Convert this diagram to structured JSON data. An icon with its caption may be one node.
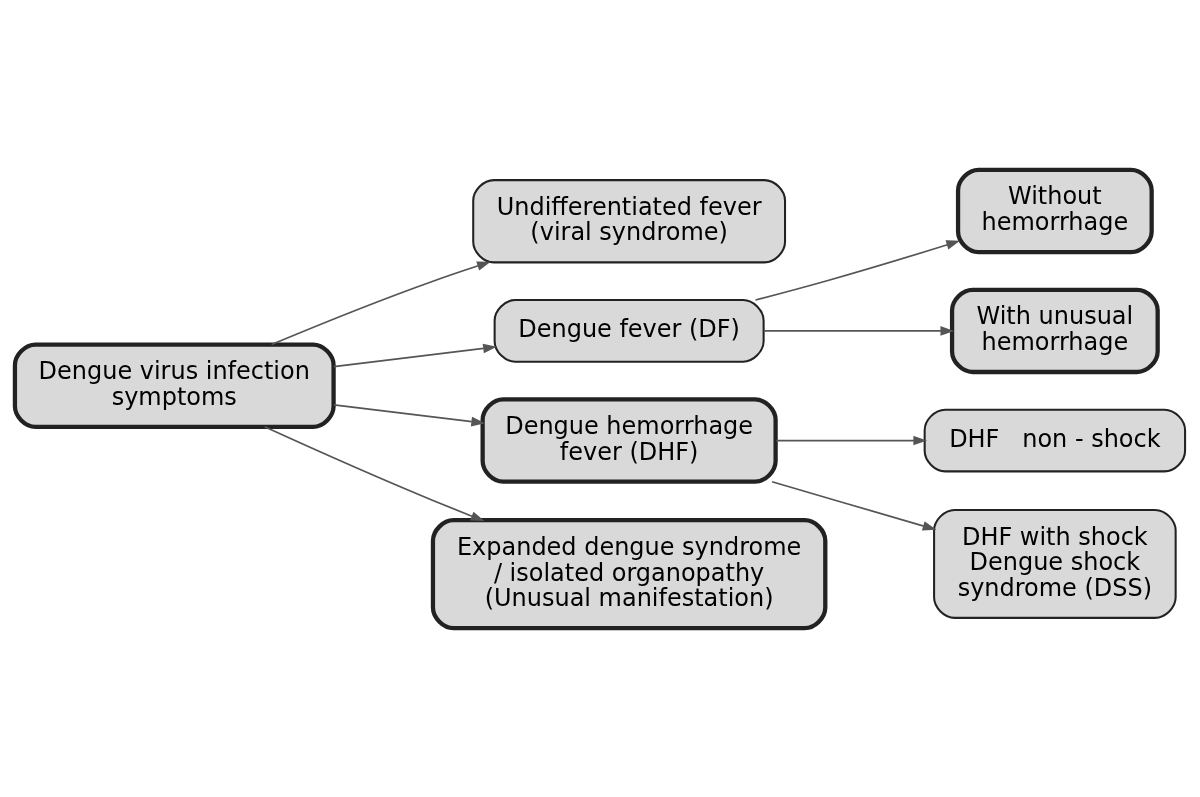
{
  "diagram": {
    "nodes": [
      {
        "text": [
          "Dengue virus infection symptoms"
        ]
      },
      {
        "text": [
          "Undifferentiated fever (viral syndrome)"
        ]
      },
      {
        "text": [
          "Dengue fever (DF)"
        ]
      },
      {
        "text": [
          "Without hemorrhage"
        ]
      },
      {
        "text": [
          "With unusual hemorrhage"
        ]
      },
      {
        "text": [
          "Dengue hemorrhage fever (DHF)"
        ]
      },
      {
        "text": [
          "DHF   non - shock"
        ]
      },
      {
        "text": [
          "DHF with shock",
          "Dengue shock syndrome (DSS)"
        ]
      },
      {
        "text": [
          "Expanded dengue syndrome / isolated organopathy (Unusual manifestation)"
        ]
      }
    ],
    "edges": [
      {
        "from": 0,
        "to": 1,
        "arrow": "to"
      },
      {
        "from": 0,
        "to": 2,
        "arrow": "to"
      },
      {
        "from": 2,
        "to": 3,
        "arrow": "to"
      },
      {
        "from": 2,
        "to": 4,
        "arrow": "to"
      },
      {
        "from": 0,
        "to": 5,
        "arrow": "to"
      },
      {
        "from": 5,
        "to": 6,
        "arrow": "to"
      },
      {
        "from": 5,
        "to": 7,
        "arrow": "to"
      },
      {
        "from": 0,
        "to": 8,
        "arrow": "to"
      }
    ]
  }
}
